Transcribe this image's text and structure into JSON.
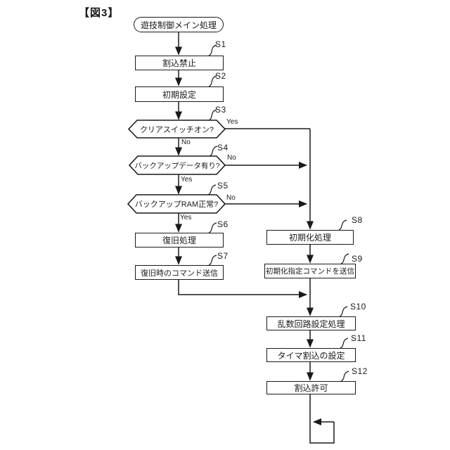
{
  "figure": {
    "title": "【図3】"
  },
  "flow": {
    "start": {
      "label": "遊技制御メイン処理"
    },
    "steps": {
      "s1": {
        "id": "S1",
        "label": "割込禁止"
      },
      "s2": {
        "id": "S2",
        "label": "初期設定"
      },
      "s3": {
        "id": "S3",
        "label": "クリアスイッチオン?",
        "yes": "Yes",
        "no": "No"
      },
      "s4": {
        "id": "S4",
        "label": "バックアップデータ有り?",
        "yes": "Yes",
        "no": "No"
      },
      "s5": {
        "id": "S5",
        "label": "バックアップRAM正常?",
        "yes": "Yes",
        "no": "No"
      },
      "s6": {
        "id": "S6",
        "label": "復旧処理"
      },
      "s7": {
        "id": "S7",
        "label": "復旧時のコマンド送信"
      },
      "s8": {
        "id": "S8",
        "label": "初期化処理"
      },
      "s9": {
        "id": "S9",
        "label": "初期化指定コマンドを送信"
      },
      "s10": {
        "id": "S10",
        "label": "乱数回路設定処理"
      },
      "s11": {
        "id": "S11",
        "label": "タイマ割込の設定"
      },
      "s12": {
        "id": "S12",
        "label": "割込許可"
      }
    },
    "colors": {
      "stroke": "#1a1a1a",
      "background": "#ffffff"
    }
  }
}
